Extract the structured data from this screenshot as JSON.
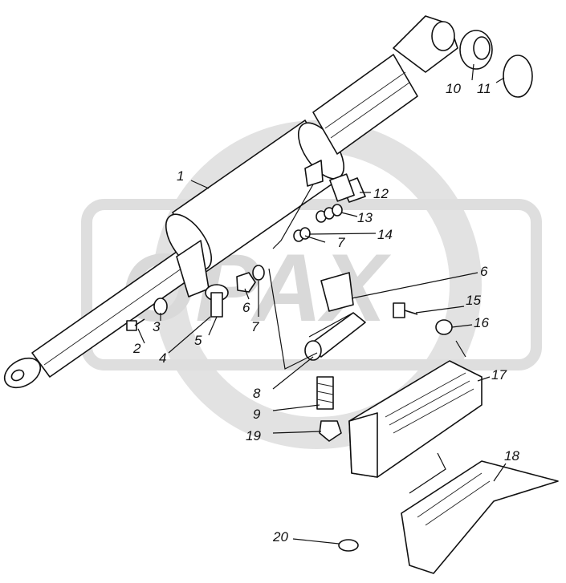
{
  "watermark": {
    "text": "OPAX",
    "color": "#d8d8d8"
  },
  "callouts": [
    {
      "id": "1",
      "label": "1"
    },
    {
      "id": "2",
      "label": "2"
    },
    {
      "id": "3",
      "label": "3"
    },
    {
      "id": "4",
      "label": "4"
    },
    {
      "id": "5",
      "label": "5"
    },
    {
      "id": "6a",
      "label": "6"
    },
    {
      "id": "6b",
      "label": "6"
    },
    {
      "id": "7a",
      "label": "7"
    },
    {
      "id": "7b",
      "label": "7"
    },
    {
      "id": "8",
      "label": "8"
    },
    {
      "id": "9",
      "label": "9"
    },
    {
      "id": "10",
      "label": "10"
    },
    {
      "id": "11",
      "label": "11"
    },
    {
      "id": "12",
      "label": "12"
    },
    {
      "id": "13",
      "label": "13"
    },
    {
      "id": "14",
      "label": "14"
    },
    {
      "id": "15",
      "label": "15"
    },
    {
      "id": "16",
      "label": "16"
    },
    {
      "id": "17",
      "label": "17"
    },
    {
      "id": "18",
      "label": "18"
    },
    {
      "id": "19",
      "label": "19"
    },
    {
      "id": "20",
      "label": "20"
    }
  ]
}
